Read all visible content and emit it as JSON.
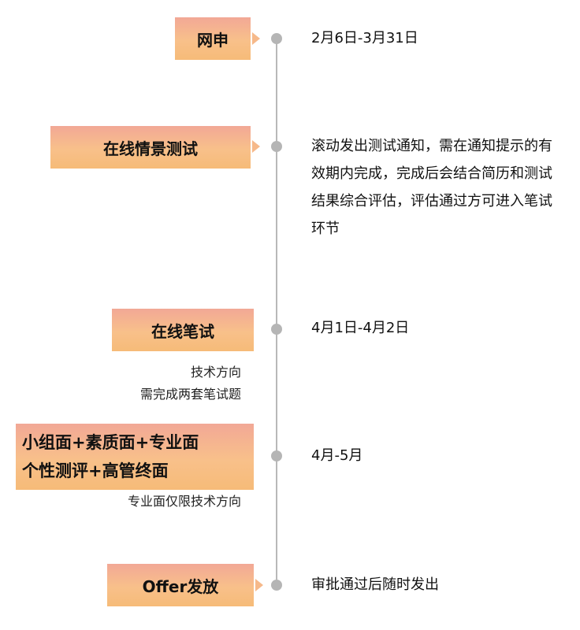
{
  "stages": [
    {
      "title": "网申",
      "description": "2月6日-3月31日"
    },
    {
      "title": "在线情景测试",
      "description": "滚动发出测试通知，需在通知提示的有效期内完成，完成后会结合简历和测试结果综合评估，评估通过方可进入笔试环节"
    },
    {
      "title": "在线笔试",
      "description": "4月1日-4月2日",
      "notes": [
        "技术方向",
        "需完成两套笔试题"
      ]
    },
    {
      "title_lines": [
        "小组面+素质面+专业面",
        "个性测评+高管终面"
      ],
      "description": "4月-5月",
      "notes": [
        "专业面仅限技术方向"
      ]
    },
    {
      "title": "Offer发放",
      "description": "审批通过后随时发出"
    }
  ],
  "colors": {
    "badge_top": "#f2a896",
    "badge_bottom": "#f6bb78",
    "line": "#b8b8b8",
    "dot": "#b5b5b5"
  }
}
